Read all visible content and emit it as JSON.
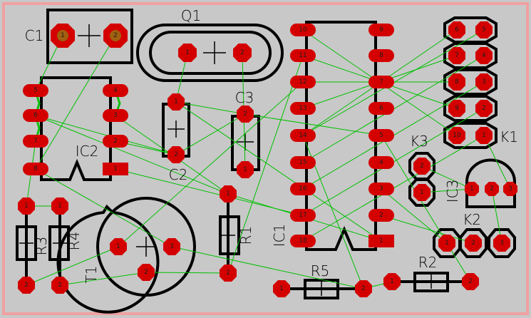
{
  "board": {
    "background": "#c8c8c8",
    "edge_color": "#f0a0a0",
    "pad_color": "#d40000",
    "ratsnest_color": "#00c000"
  },
  "components": {
    "C1": {
      "ref": "C1",
      "pins": [
        "1",
        "2"
      ]
    },
    "Q1": {
      "ref": "Q1",
      "pins": [
        "1",
        "2"
      ]
    },
    "IC2": {
      "ref": "IC2",
      "pins": [
        "1",
        "2",
        "3",
        "4",
        "5",
        "6",
        "7",
        "8"
      ]
    },
    "C2": {
      "ref": "C2",
      "pins": [
        "1",
        "2"
      ]
    },
    "C3": {
      "ref": "C3",
      "pins": [
        "1",
        "2"
      ]
    },
    "IC1": {
      "ref": "IC1",
      "pins": [
        "1",
        "2",
        "3",
        "4",
        "5",
        "6",
        "7",
        "8",
        "9",
        "10",
        "11",
        "12",
        "13",
        "14",
        "15",
        "16",
        "17",
        "18"
      ]
    },
    "K1": {
      "ref": "K1",
      "pins": [
        "1",
        "2",
        "3",
        "4",
        "5",
        "6",
        "7",
        "8",
        "9",
        "10"
      ]
    },
    "K3": {
      "ref": "K3",
      "pins": [
        "1",
        "2"
      ]
    },
    "IC3": {
      "ref": "IC3",
      "pins": [
        "1",
        "2",
        "3"
      ]
    },
    "K2": {
      "ref": "K2",
      "pins": [
        "1",
        "2",
        "3"
      ]
    },
    "R3": {
      "ref": "R3",
      "pins": [
        "1",
        "2"
      ]
    },
    "R4": {
      "ref": "R4",
      "pins": [
        "1",
        "2"
      ]
    },
    "T1": {
      "ref": "T1",
      "pins": [
        "1",
        "2",
        "3"
      ]
    },
    "R1": {
      "ref": "R1",
      "pins": [
        "1",
        "2"
      ]
    },
    "R5": {
      "ref": "R5",
      "pins": [
        "1",
        "2"
      ]
    },
    "R2": {
      "ref": "R2",
      "pins": [
        "1",
        "2"
      ]
    }
  }
}
